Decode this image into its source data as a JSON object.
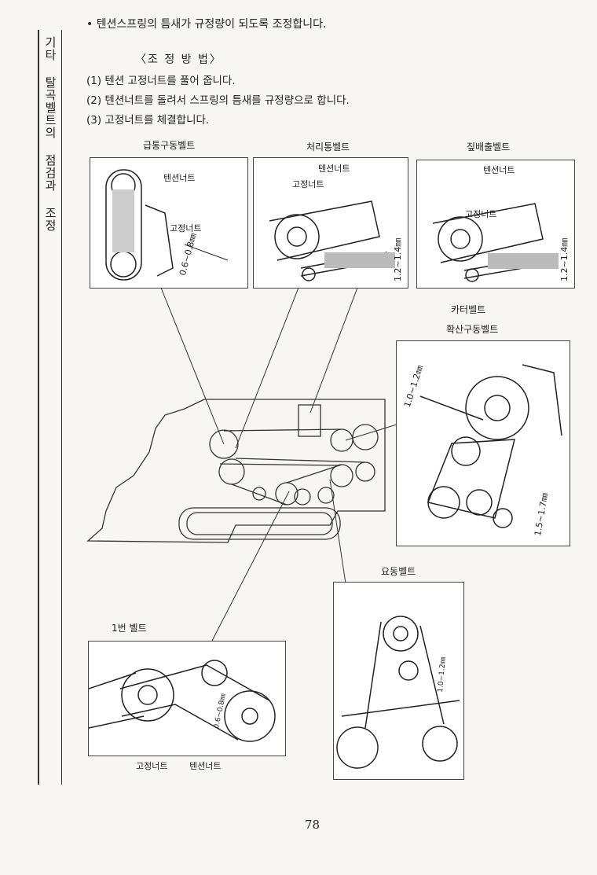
{
  "side_title": "기타 탈곡벨트의 점검과 조정",
  "bullet_line": "• 텐션스프링의 틈새가 규정량이 되도록 조정합니다.",
  "method_title": "〈조 정 방 법〉",
  "steps": [
    "(1) 텐션 고정너트를 풀어 줍니다.",
    "(2) 텐션너트를 돌려서 스프링의 틈새를 규정량으로 합니다.",
    "(3) 고정너트를 체결합니다."
  ],
  "figures": {
    "feed_belt": {
      "title": "급통구동벨트",
      "tension_nut": "텐션너트",
      "lock_nut": "고정너트",
      "gap": "0.6~0.8㎜"
    },
    "processing_belt": {
      "title": "처리통벨트",
      "tension_nut": "텐션너트",
      "lock_nut": "고정너트",
      "gap": "1.2~1.4㎜"
    },
    "straw_belt": {
      "title": "짚배출벨트",
      "tension_nut": "텐션너트",
      "lock_nut": "고정너트",
      "gap": "1.2~1.4㎜"
    },
    "cutter_belt": {
      "title": "카터벨트",
      "subtitle": "확산구동벨트",
      "gap1": "1.0~1.2㎜",
      "gap2": "1.5~1.7㎜"
    },
    "shake_belt": {
      "title": "요동벨트",
      "gap": "1.0~1.2㎜"
    },
    "first_belt": {
      "title": "1번 벨트",
      "lock_nut": "고정너트",
      "tension_nut": "텐션너트",
      "gap": "0.6~0.8㎜"
    }
  },
  "page_number": "78"
}
